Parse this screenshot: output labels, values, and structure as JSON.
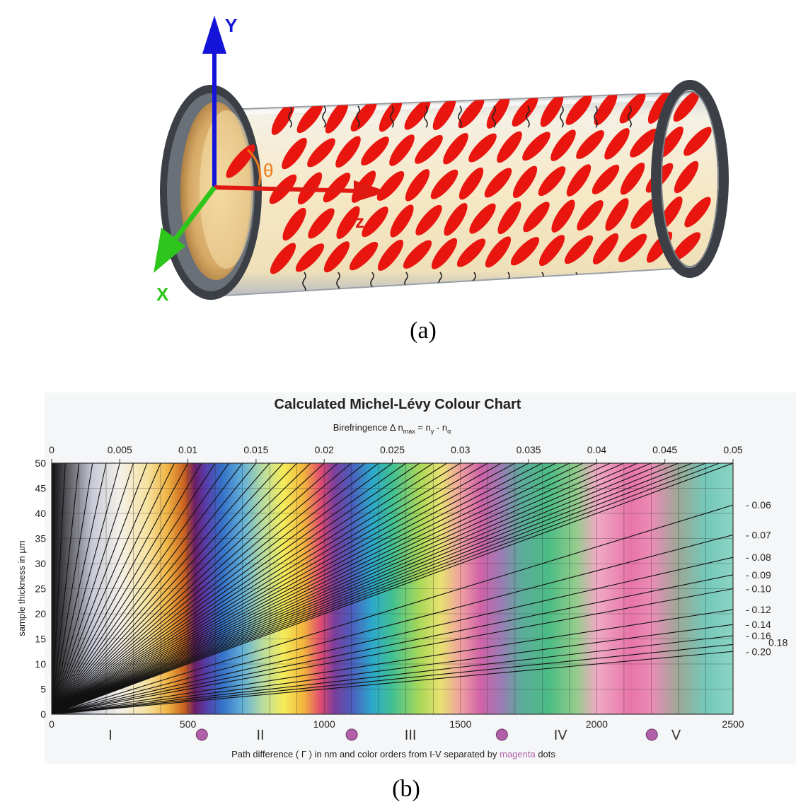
{
  "panel_a": {
    "caption": "(a)",
    "axis_labels": {
      "y": "Y",
      "z": "z",
      "x": "X",
      "angle": "θ"
    },
    "colors": {
      "y_axis": "#1414d8",
      "z_axis": "#e01a12",
      "x_axis": "#2ec51c",
      "angle": "#f07a1a",
      "molecule": "#e8160e",
      "tube_fill": "#f6e6c4",
      "ring": "#3c4046"
    }
  },
  "panel_b": {
    "caption": "(b)",
    "title": "Calculated Michel-Lévy Colour Chart",
    "top_axis_label": {
      "prefix": "Birefringence ",
      "delta": "Δ",
      "n1": " n",
      "sub1": "max",
      "mid": " = n",
      "sub2": "γ",
      "dash": " - n",
      "sub3": "α"
    },
    "bottom_axis_label": {
      "before": "Path difference ( Γ ) in nm and color orders from I-V separated by ",
      "highlight": "magenta",
      "after": " dots"
    },
    "y_axis_label": "sample thickness in µm",
    "order_labels": [
      "I",
      "II",
      "III",
      "IV",
      "V"
    ],
    "order_separator_color": "#b05fa8"
  },
  "chart_data": {
    "type": "line",
    "title": "Calculated Michel-Lévy Colour Chart",
    "xlabel": "Path difference ( Γ ) in nm and color orders from I-V separated by magenta dots",
    "ylabel": "sample thickness in µm",
    "x_range": [
      0,
      2500
    ],
    "y_range": [
      0,
      50
    ],
    "x_ticks": [
      "0",
      "500",
      "1000",
      "1500",
      "2000",
      "2500"
    ],
    "y_ticks": [
      "0",
      "5",
      "10",
      "15",
      "20",
      "25",
      "30",
      "35",
      "40",
      "45",
      "50"
    ],
    "top_ticks": [
      "0",
      "0.005",
      "0.01",
      "0.015",
      "0.02",
      "0.025",
      "0.03",
      "0.035",
      "0.04",
      "0.045",
      "0.05"
    ],
    "top_tick_values": [
      0,
      0.005,
      0.01,
      0.015,
      0.02,
      0.025,
      0.03,
      0.035,
      0.04,
      0.045,
      0.05
    ],
    "right_labels": [
      {
        "text": "0.06",
        "value": 0.06
      },
      {
        "text": "0.07",
        "value": 0.07
      },
      {
        "text": "0.08",
        "value": 0.08
      },
      {
        "text": "0.09",
        "value": 0.09
      },
      {
        "text": "0.10",
        "value": 0.1
      },
      {
        "text": "0.12",
        "value": 0.12
      },
      {
        "text": "0.14",
        "value": 0.14
      },
      {
        "text": "0.16",
        "value": 0.16
      },
      {
        "text": "0.18",
        "value": 0.18
      },
      {
        "text": "0.20",
        "value": 0.2
      }
    ],
    "order_boundaries_nm": [
      551,
      1101,
      1652,
      2202
    ],
    "grid": true
  }
}
